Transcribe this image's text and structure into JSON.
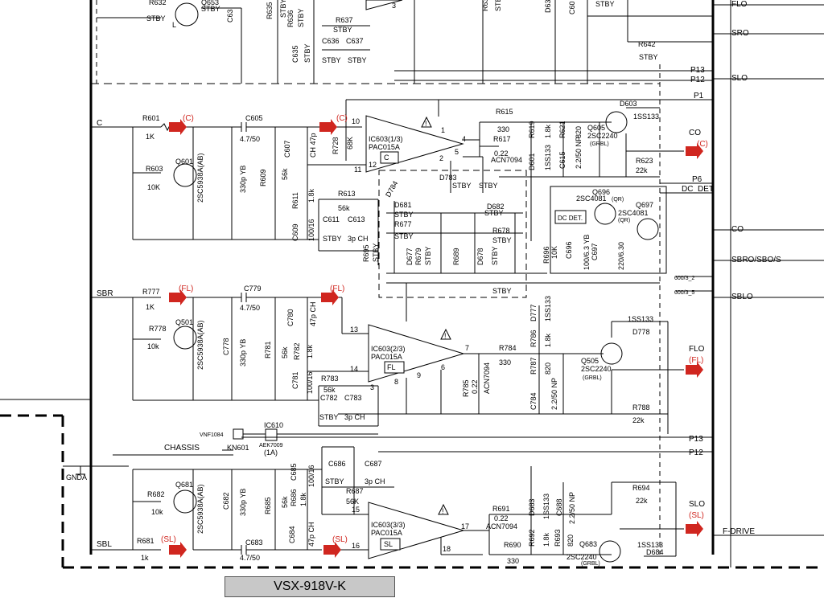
{
  "model_label": "VSX-918V-K",
  "inputs": {
    "c": "C",
    "sbr": "SBR",
    "sbl": "SBL",
    "chassis": "CHASSIS",
    "gnda": "GNDA"
  },
  "outputs": {
    "flo_top": "FLO",
    "sro": "SRO",
    "slo_top": "SLO",
    "co": "CO",
    "co_ref": "(C)",
    "dc_det": "DC_DET",
    "co2": "CO",
    "sbro": "SBRO/SBO/S",
    "sblo": "SBLO",
    "flo": "FLO",
    "flo_ref": "(FL)",
    "slo": "SLO",
    "slo_ref": "(SL)",
    "f_drive": "F-DRIVE"
  },
  "buses": {
    "p13": "P13",
    "p12": "P12",
    "p1": "P1",
    "p6": "P6",
    "p13b": "P13",
    "p12b": "P12",
    "n600_3_2": "600/3_2",
    "n600_3_5": "600/3_5"
  },
  "refs": {
    "c": "(C)",
    "fl": "(FL)",
    "sl": "(SL)"
  },
  "top": {
    "r632": "R632",
    "stby1": "STBY",
    "l": "L",
    "q653": "Q653",
    "stby2": "STBY",
    "c63x": "C63",
    "r635": "R635",
    "stby3": "STBY",
    "r636": "R636",
    "stby4": "STBY",
    "r637": "R637",
    "stby5": "STBY",
    "c636": "C636",
    "c637": "C637",
    "stby6": "STBY",
    "stby7": "STBY",
    "c635": "C635",
    "stby8": "STBY",
    "pin3": "3",
    "r63x": "R63",
    "stby9": "STBY",
    "d63x": "D63",
    "c60x": "C60",
    "stby10": "STBY",
    "r642": "R642",
    "stby11": "STBY"
  },
  "ch_c": {
    "r601": "R601",
    "r601v": "1K",
    "r603": "R603",
    "r603v": "10K",
    "q601": "Q601",
    "q601p": "2SC5938A(AB)",
    "c605": "C605",
    "c605v": "4.7/50",
    "c604": "330p YB",
    "r609": "R609",
    "r609v": "56k",
    "c607": "C607",
    "c607v": "CH 47p",
    "r728": "R728",
    "r728v": "68K",
    "r611": "R611",
    "r611v": "1.8k",
    "c609": "C609",
    "c609v": "100/16",
    "r613": "R613",
    "r613v": "56k",
    "c611": "C611",
    "c613": "C613",
    "stby_a": "STBY",
    "c613v": "3p CH",
    "r695": "R695",
    "stby_b": "STBY"
  },
  "ic603a": {
    "name": "IC603(1/3)",
    "part": "PAC015A",
    "box": "C",
    "p10": "10",
    "p12": "12",
    "p11": "11",
    "p1": "1",
    "p4": "4",
    "p5": "5",
    "p2": "2",
    "warn": "!"
  },
  "ch_c_out": {
    "r615": "R615",
    "r615v": "330",
    "r617": "R617",
    "r617v": "0.22",
    "r617p": "ACN7094",
    "r619": "R619",
    "r619v": "1.8k",
    "r621": "R621",
    "r621v": "820",
    "c615": "C615",
    "c615v": "2.2/50 NP",
    "q605": "Q605",
    "q605p": "2SC2240",
    "q605g": "(GRBL)",
    "d603": "D603",
    "d603p": "1SS133",
    "r623": "R623",
    "r623v": "22k",
    "d601": "D601",
    "d601p": "1SS133",
    "d783": "D783",
    "stby_c": "STBY",
    "stby_d": "STBY",
    "d784": "D784",
    "d681": "D681",
    "stby_e": "STBY",
    "r677": "R677",
    "stby_f": "STBY",
    "d682": "D682",
    "stby_g": "STBY",
    "r678": "R678",
    "stby_h": "STBY",
    "d677": "D677",
    "r679": "R679",
    "stby_i": "STBY",
    "r689": "R689",
    "d678": "D678",
    "stby_j": "STBY",
    "stby_k": "STBY"
  },
  "dcdet": {
    "box": "DC DET.",
    "q696": "Q696",
    "q696p": "2SC4081",
    "qr1": "(QR)",
    "q697": "Q697",
    "q697p": "2SC4081",
    "qr2": "(QR)",
    "r696": "R696",
    "r696v": "10K",
    "c696": "C696",
    "c696v": "100/6.3 YB",
    "c697": "C697",
    "c697v": "220/6.30"
  },
  "ch_fl": {
    "r777": "R777",
    "r777v": "1K",
    "r778": "R778",
    "r778v": "10k",
    "q501": "Q501",
    "q501p": "2SC5938A(AB)",
    "c779": "C779",
    "c779v": "4.7/50",
    "c778": "C778",
    "c778v": "330p YB",
    "r781": "R781",
    "r781v": "56k",
    "c780": "C780",
    "c780v": "47p CH",
    "r782": "R782",
    "r782v": "1.8k",
    "c781": "C781",
    "c781v": "100/16",
    "r783": "R783",
    "r783v": "56k",
    "c782": "C782",
    "c783": "C783",
    "stby": "STBY",
    "c783v": "3p CH"
  },
  "ic603b": {
    "name": "IC603(2/3)",
    "part": "PAC015A",
    "box": "FL",
    "p13": "13",
    "p14": "14",
    "p7": "7",
    "p6": "6",
    "p8": "8",
    "p9": "9",
    "p3": "3",
    "warn": "!"
  },
  "ch_fl_out": {
    "r784": "R784",
    "r784v": "330",
    "r785": "R785",
    "r785v": "0.22",
    "r785p": "ACN7094",
    "r786": "R786",
    "r786v": "1.8k",
    "r787": "R787",
    "r787v": "820",
    "c784": "C784",
    "c784v": "2.2/50 NP",
    "d777": "D777",
    "d777p": "1SS133",
    "q505": "Q505",
    "q505p": "2SC2240",
    "q505g": "(GRBL)",
    "d778": "D778",
    "d778p": "1SS133",
    "r788": "R788",
    "r788v": "22k"
  },
  "misc": {
    "vnf": "VNF1084",
    "kn601": "KN601",
    "ic610": "IC610",
    "ic610p": "AEK7009",
    "ic610r": "(1A)"
  },
  "ch_sl": {
    "c686": "C686",
    "stby": "STBY",
    "c687": "C687",
    "c687v": "3p CH",
    "r687": "R687",
    "r687v": "56K",
    "r682": "R682",
    "r682v": "10k",
    "q681": "Q681",
    "q681p": "2SC5938A(AB)",
    "c682": "C682",
    "c682v": "330p YB",
    "r685": "R685",
    "r685v": "56k",
    "r686": "R686",
    "r686v": "1.8k",
    "c685": "C685",
    "c685v": "100/16",
    "c684": "C684",
    "c684v": "47p CH",
    "r681": "R681",
    "r681v": "1k",
    "c683": "C683",
    "c683v": "4.7/50"
  },
  "ic603c": {
    "name": "IC603(3/3)",
    "part": "PAC015A",
    "box": "SL",
    "p15": "15",
    "p16": "16",
    "p17": "17",
    "p18": "18",
    "warn": "!"
  },
  "ch_sl_out": {
    "r691": "R691",
    "r691v": "0.22",
    "r691p": "ACN7094",
    "r690": "R690",
    "r690v": "330",
    "r692": "R692",
    "r692v": "1.8k",
    "r693": "R693",
    "r693v": "820",
    "d683": "D683",
    "d683p": "1SS133",
    "c688": "C688",
    "c688v": "2.2/50 NP",
    "r694": "R694",
    "r694v": "22k",
    "q683": "Q683",
    "q683p": "2SC2240",
    "q683g": "(GRBL)",
    "d684": "D684",
    "d684p": "1SS133"
  },
  "colors": {
    "arrow": "#d0261f",
    "ink": "#000000",
    "label_bg": "#c8c8c8"
  }
}
